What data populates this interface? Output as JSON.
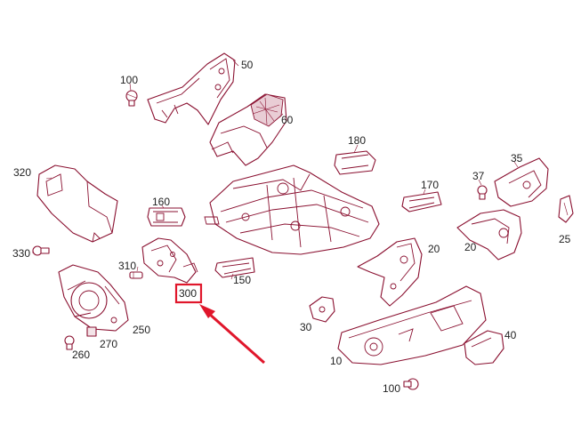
{
  "diagram": {
    "labels": {
      "l10": "10",
      "l20a": "20",
      "l20b": "20",
      "l25": "25",
      "l30": "30",
      "l35": "35",
      "l37": "37",
      "l40": "40",
      "l50": "50",
      "l60": "60",
      "l100a": "100",
      "l100b": "100",
      "l150": "150",
      "l160": "160",
      "l170": "170",
      "l180": "180",
      "l250": "250",
      "l260": "260",
      "l270": "270",
      "l300": "300",
      "l310": "310",
      "l320": "320",
      "l330": "330"
    },
    "highlight": {
      "label_ref": "300",
      "box_color": "#e0162b",
      "arrow_color": "#e0162b"
    },
    "colors": {
      "line_art": "#8a1030",
      "label_text": "#222222"
    }
  }
}
